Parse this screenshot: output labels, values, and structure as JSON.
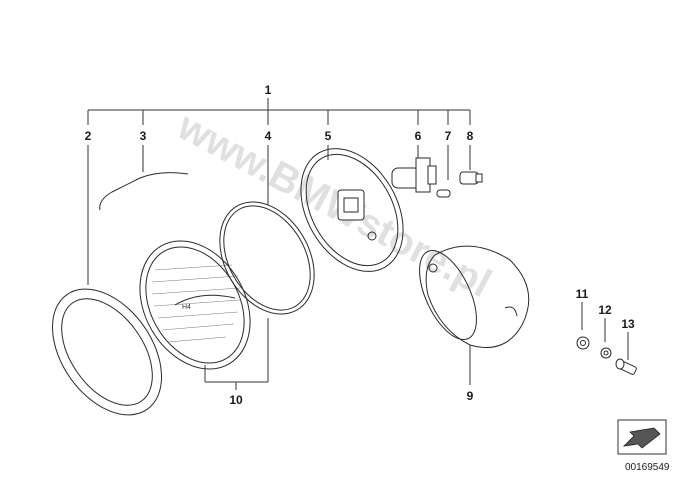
{
  "callouts": [
    "1",
    "2",
    "3",
    "4",
    "5",
    "6",
    "7",
    "8",
    "9",
    "10",
    "11",
    "12",
    "13"
  ],
  "watermark": "www.BMWstore.pl",
  "drawing_number": "00169549",
  "colors": {
    "line": "#333333",
    "watermark": "#c8c8c8",
    "background": "#ffffff"
  },
  "icons": {
    "corner_badge": "arrow-down-left-icon"
  }
}
